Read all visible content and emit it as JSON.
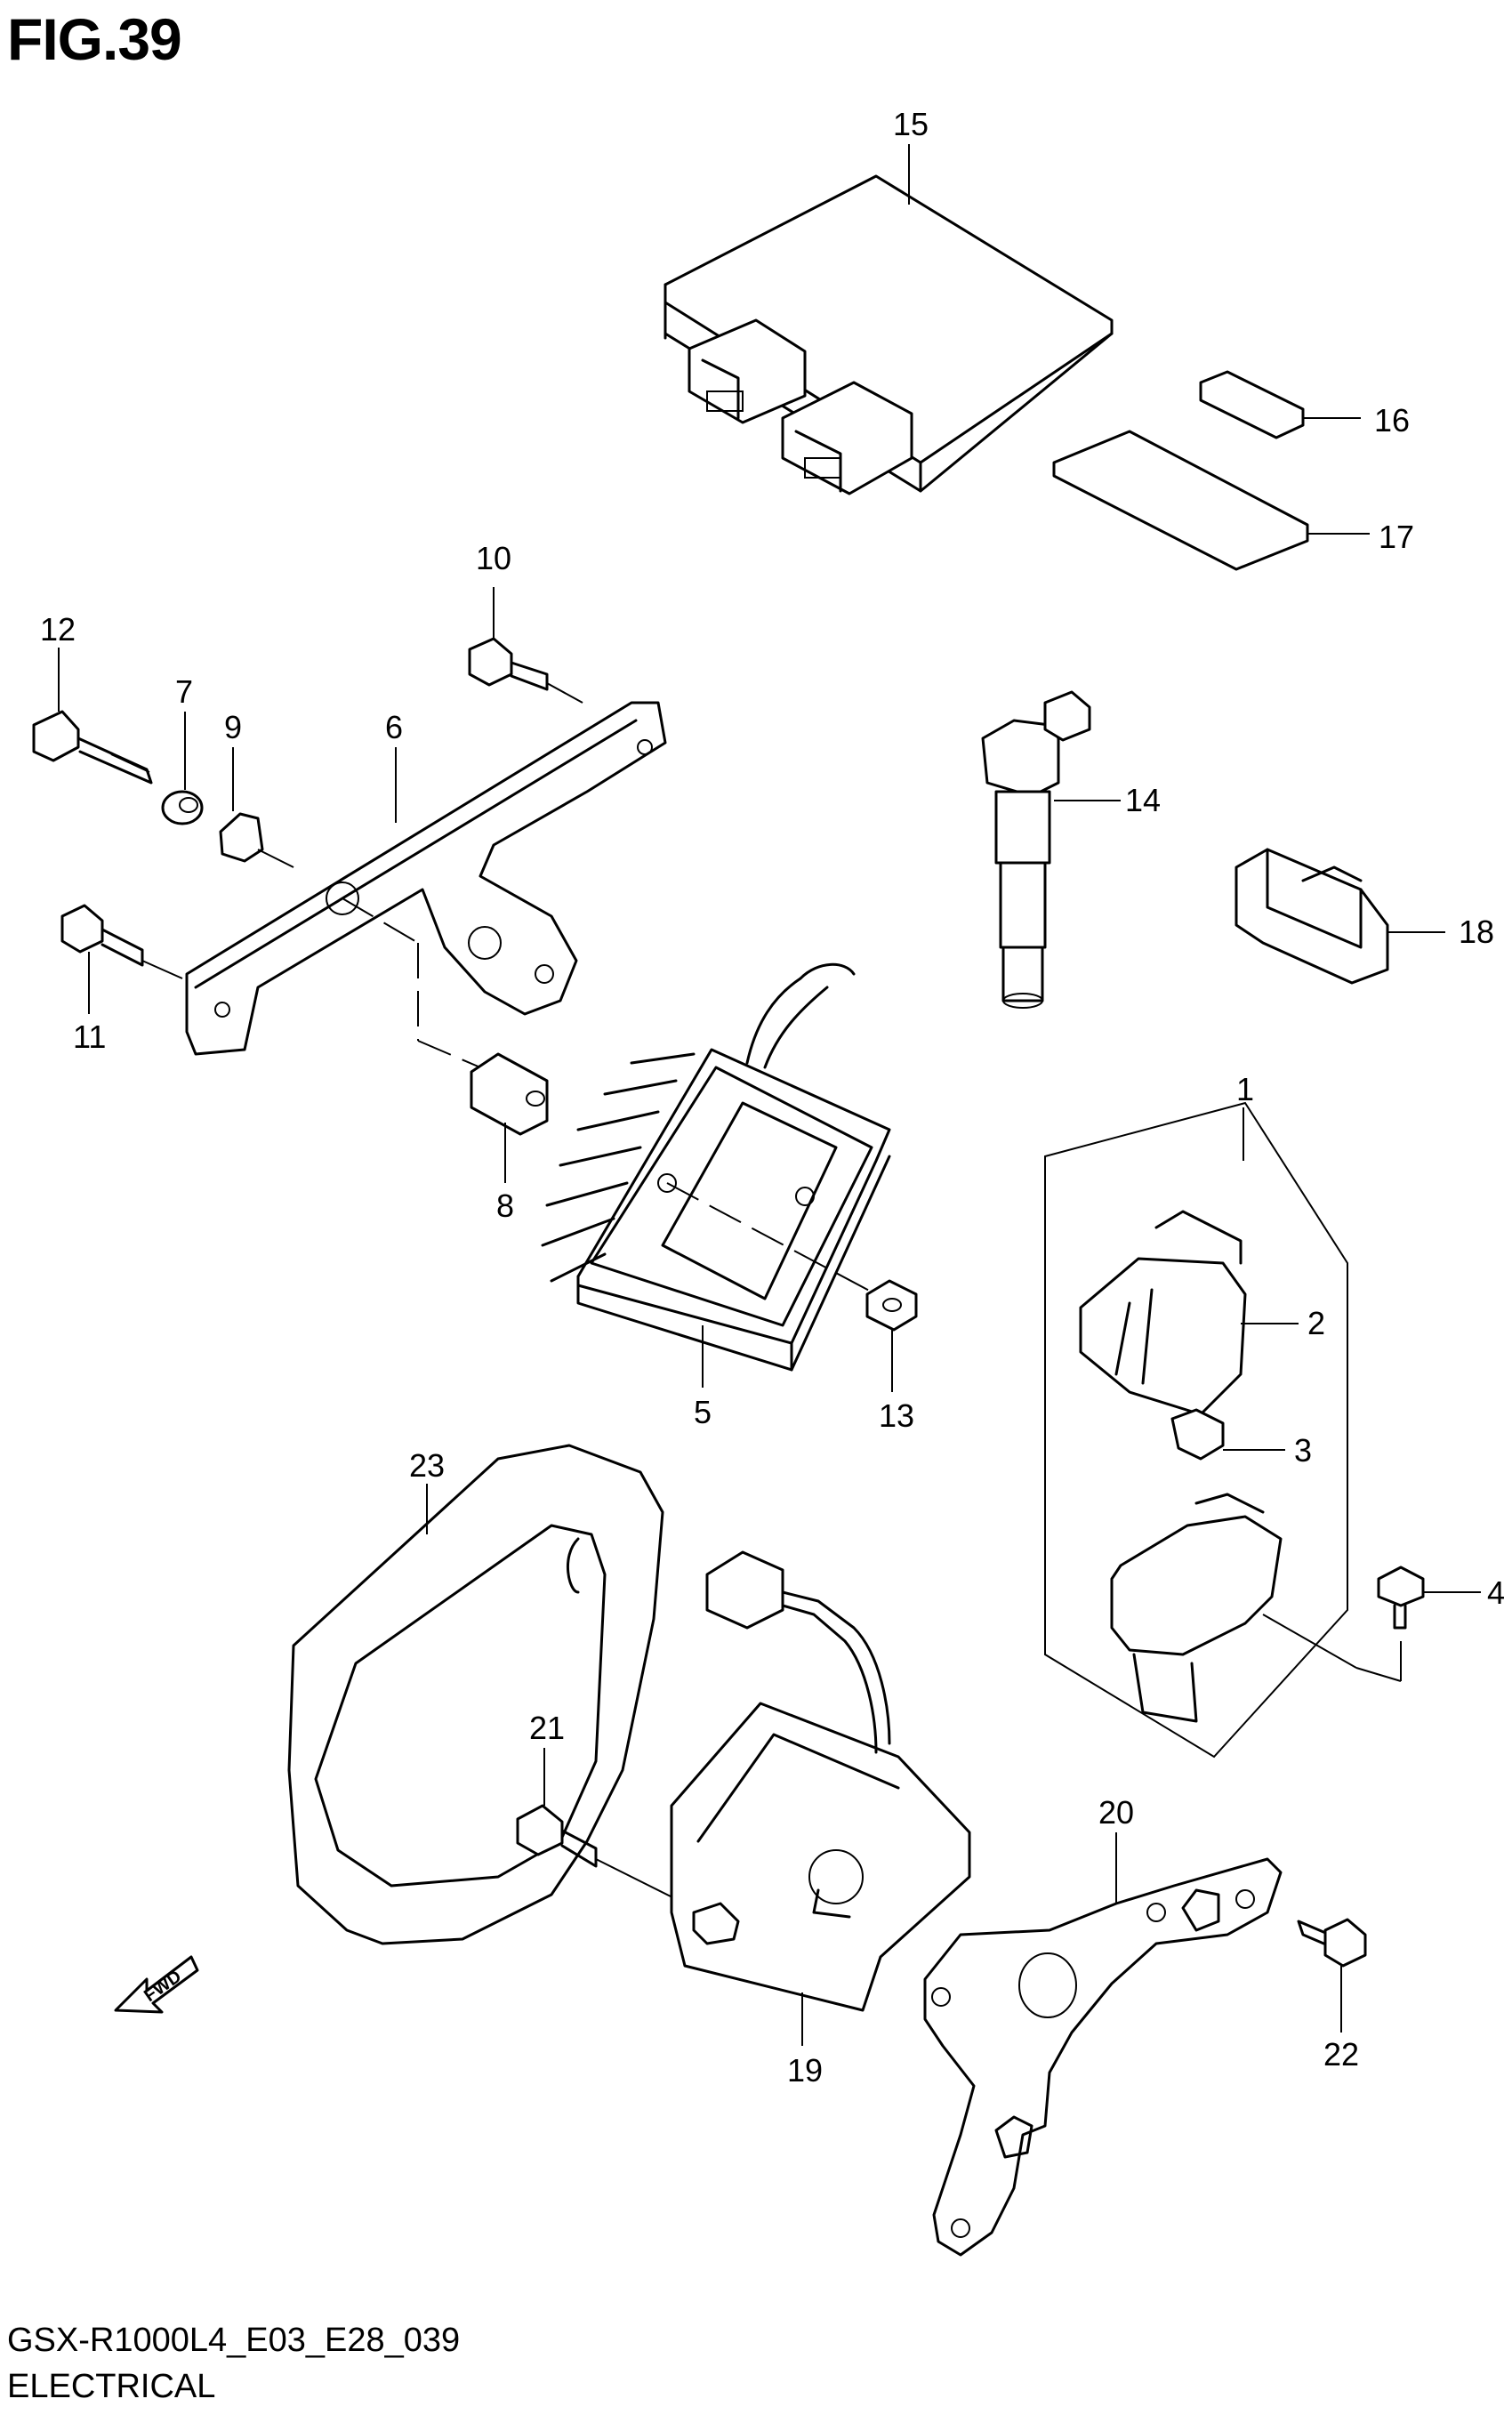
{
  "figure": {
    "title": "FIG.39",
    "code": "GSX-R1000L4_E03_E28_039",
    "name": "ELECTRICAL"
  },
  "fwd_label": "FWD",
  "callouts": [
    {
      "id": "1",
      "label": "1"
    },
    {
      "id": "2",
      "label": "2"
    },
    {
      "id": "3",
      "label": "3"
    },
    {
      "id": "4",
      "label": "4"
    },
    {
      "id": "5",
      "label": "5"
    },
    {
      "id": "6",
      "label": "6"
    },
    {
      "id": "7",
      "label": "7"
    },
    {
      "id": "8",
      "label": "8"
    },
    {
      "id": "9",
      "label": "9"
    },
    {
      "id": "10",
      "label": "10"
    },
    {
      "id": "11",
      "label": "11"
    },
    {
      "id": "12",
      "label": "12"
    },
    {
      "id": "13",
      "label": "13"
    },
    {
      "id": "14",
      "label": "14"
    },
    {
      "id": "15",
      "label": "15"
    },
    {
      "id": "16",
      "label": "16"
    },
    {
      "id": "17",
      "label": "17"
    },
    {
      "id": "18",
      "label": "18"
    },
    {
      "id": "19",
      "label": "19"
    },
    {
      "id": "20",
      "label": "20"
    },
    {
      "id": "21",
      "label": "21"
    },
    {
      "id": "22",
      "label": "22"
    },
    {
      "id": "23",
      "label": "23"
    }
  ]
}
